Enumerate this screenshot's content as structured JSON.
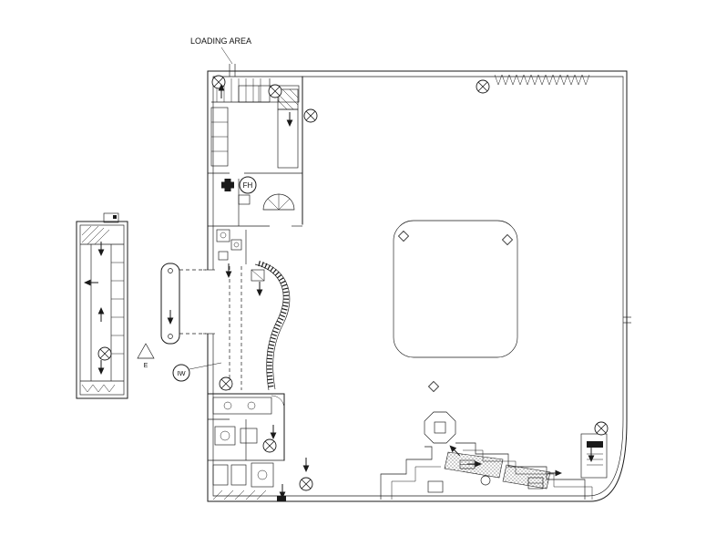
{
  "drawing": {
    "type": "architectural floor plan",
    "labels": {
      "loading_area": "LOADING AREA",
      "fh_symbol": "FH",
      "iw_symbol": "IW",
      "e_symbol": "E"
    },
    "legend": {
      "crossed_circle": "ceiling-fixture-symbol",
      "diamond": "column-marker-symbol",
      "arrow": "direction-arrow",
      "cross": "first-aid-cross-symbol",
      "triangle": "exit-triangle-symbol"
    },
    "colors": {
      "ink": "#1a1a1a",
      "background": "#ffffff"
    }
  }
}
